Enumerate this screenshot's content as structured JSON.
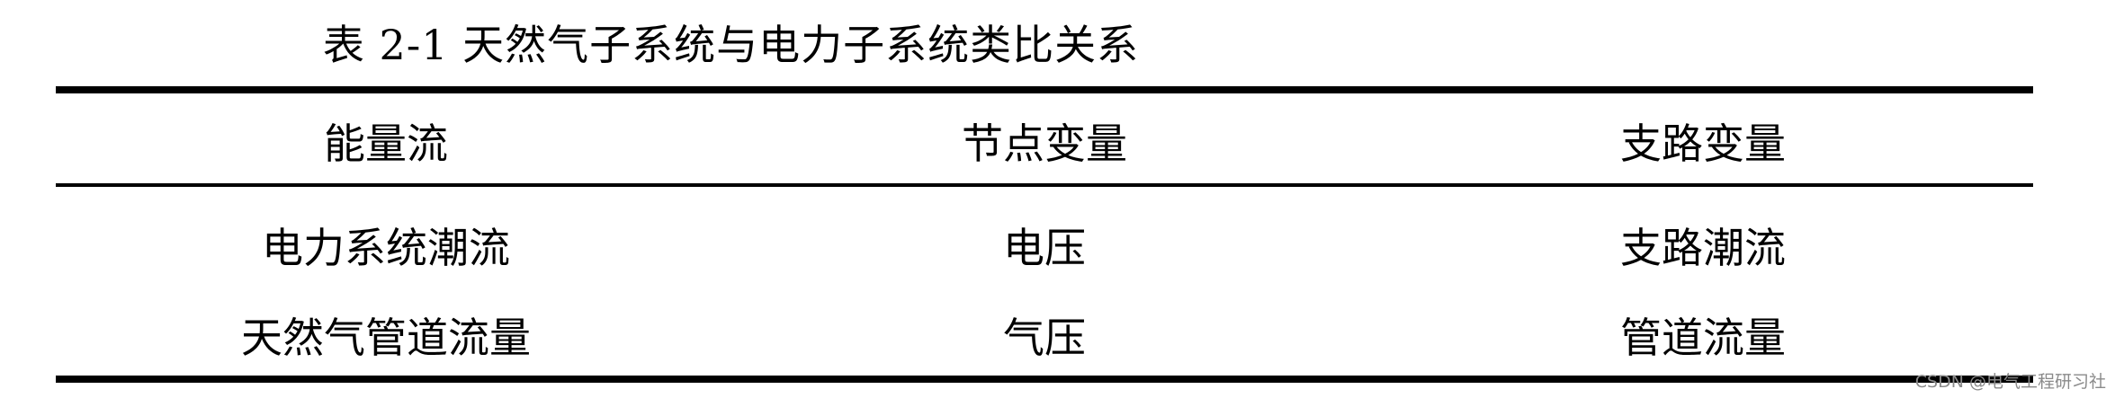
{
  "caption": "表 2-1  天然气子系统与电力子系统类比关系",
  "table": {
    "headers": [
      "能量流",
      "节点变量",
      "支路变量"
    ],
    "rows": [
      [
        "电力系统潮流",
        "电压",
        "支路潮流"
      ],
      [
        "天然气管道流量",
        "气压",
        "管道流量"
      ]
    ]
  },
  "watermark": "CSDN @电气工程研习社"
}
